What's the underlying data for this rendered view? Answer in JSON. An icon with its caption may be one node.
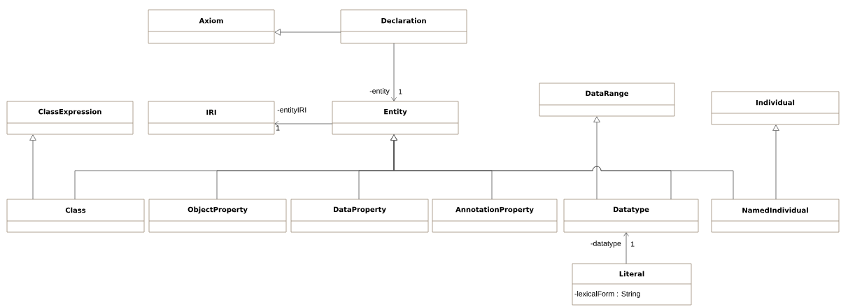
{
  "diagram": {
    "nodes": [
      {
        "text": [
          "Axiom"
        ]
      },
      {
        "text": [
          "Declaration"
        ]
      },
      {
        "text": [
          "ClassExpression"
        ]
      },
      {
        "text": [
          "IRI"
        ]
      },
      {
        "text": [
          "Entity"
        ]
      },
      {
        "text": [
          "DataRange"
        ]
      },
      {
        "text": [
          "Individual"
        ]
      },
      {
        "text": [
          "Class"
        ]
      },
      {
        "text": [
          "ObjectProperty"
        ]
      },
      {
        "text": [
          "DataProperty"
        ]
      },
      {
        "text": [
          "AnnotationProperty"
        ]
      },
      {
        "text": [
          "Datatype"
        ]
      },
      {
        "text": [
          "NamedIndividual"
        ]
      },
      {
        "text": [
          "Literal",
          "-lexicalForm : String"
        ]
      }
    ],
    "edges": [
      {
        "from": 1,
        "to": 0,
        "arrow": "to"
      },
      {
        "from": 1,
        "to": 4,
        "arrow": "to",
        "label": "-entity"
      },
      {
        "from": 4,
        "to": 3,
        "arrow": "to",
        "label": "-entityIRI"
      },
      {
        "from": 7,
        "to": 2,
        "arrow": "to"
      },
      {
        "from": 7,
        "to": 4,
        "arrow": "to"
      },
      {
        "from": 8,
        "to": 4,
        "arrow": "to"
      },
      {
        "from": 9,
        "to": 4,
        "arrow": "to"
      },
      {
        "from": 10,
        "to": 4,
        "arrow": "to"
      },
      {
        "from": 11,
        "to": 4,
        "arrow": "to"
      },
      {
        "from": 12,
        "to": 4,
        "arrow": "to"
      },
      {
        "from": 11,
        "to": 5,
        "arrow": "to"
      },
      {
        "from": 12,
        "to": 6,
        "arrow": "to"
      },
      {
        "from": 13,
        "to": 11,
        "arrow": "to",
        "label": "-datatype"
      }
    ],
    "labels": [
      "1",
      "1",
      "1"
    ]
  }
}
